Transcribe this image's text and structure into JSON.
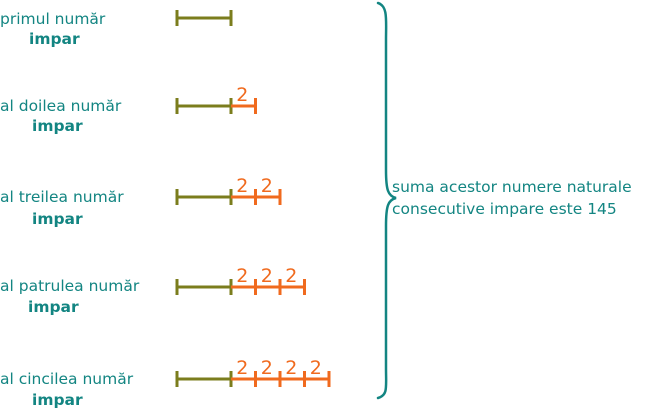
{
  "rows": [
    {
      "line1": "primul număr",
      "line2": "impar",
      "twos": 0
    },
    {
      "line1": "al doilea număr",
      "line2": "impar",
      "twos": 1
    },
    {
      "line1": "al treilea număr",
      "line2": "impar",
      "twos": 2
    },
    {
      "line1": "al patrulea număr",
      "line2": "impar",
      "twos": 3
    },
    {
      "line1": "al cincilea număr",
      "line2": "impar",
      "twos": 4
    }
  ],
  "segment_label": "2",
  "summary": {
    "line1": "suma acestor numere naturale",
    "line2": "consecutive impare este 145"
  },
  "colors": {
    "text": "#138582",
    "base_segment": "#7b7d1d",
    "increment_segment": "#f06a1e",
    "brace": "#138582"
  }
}
